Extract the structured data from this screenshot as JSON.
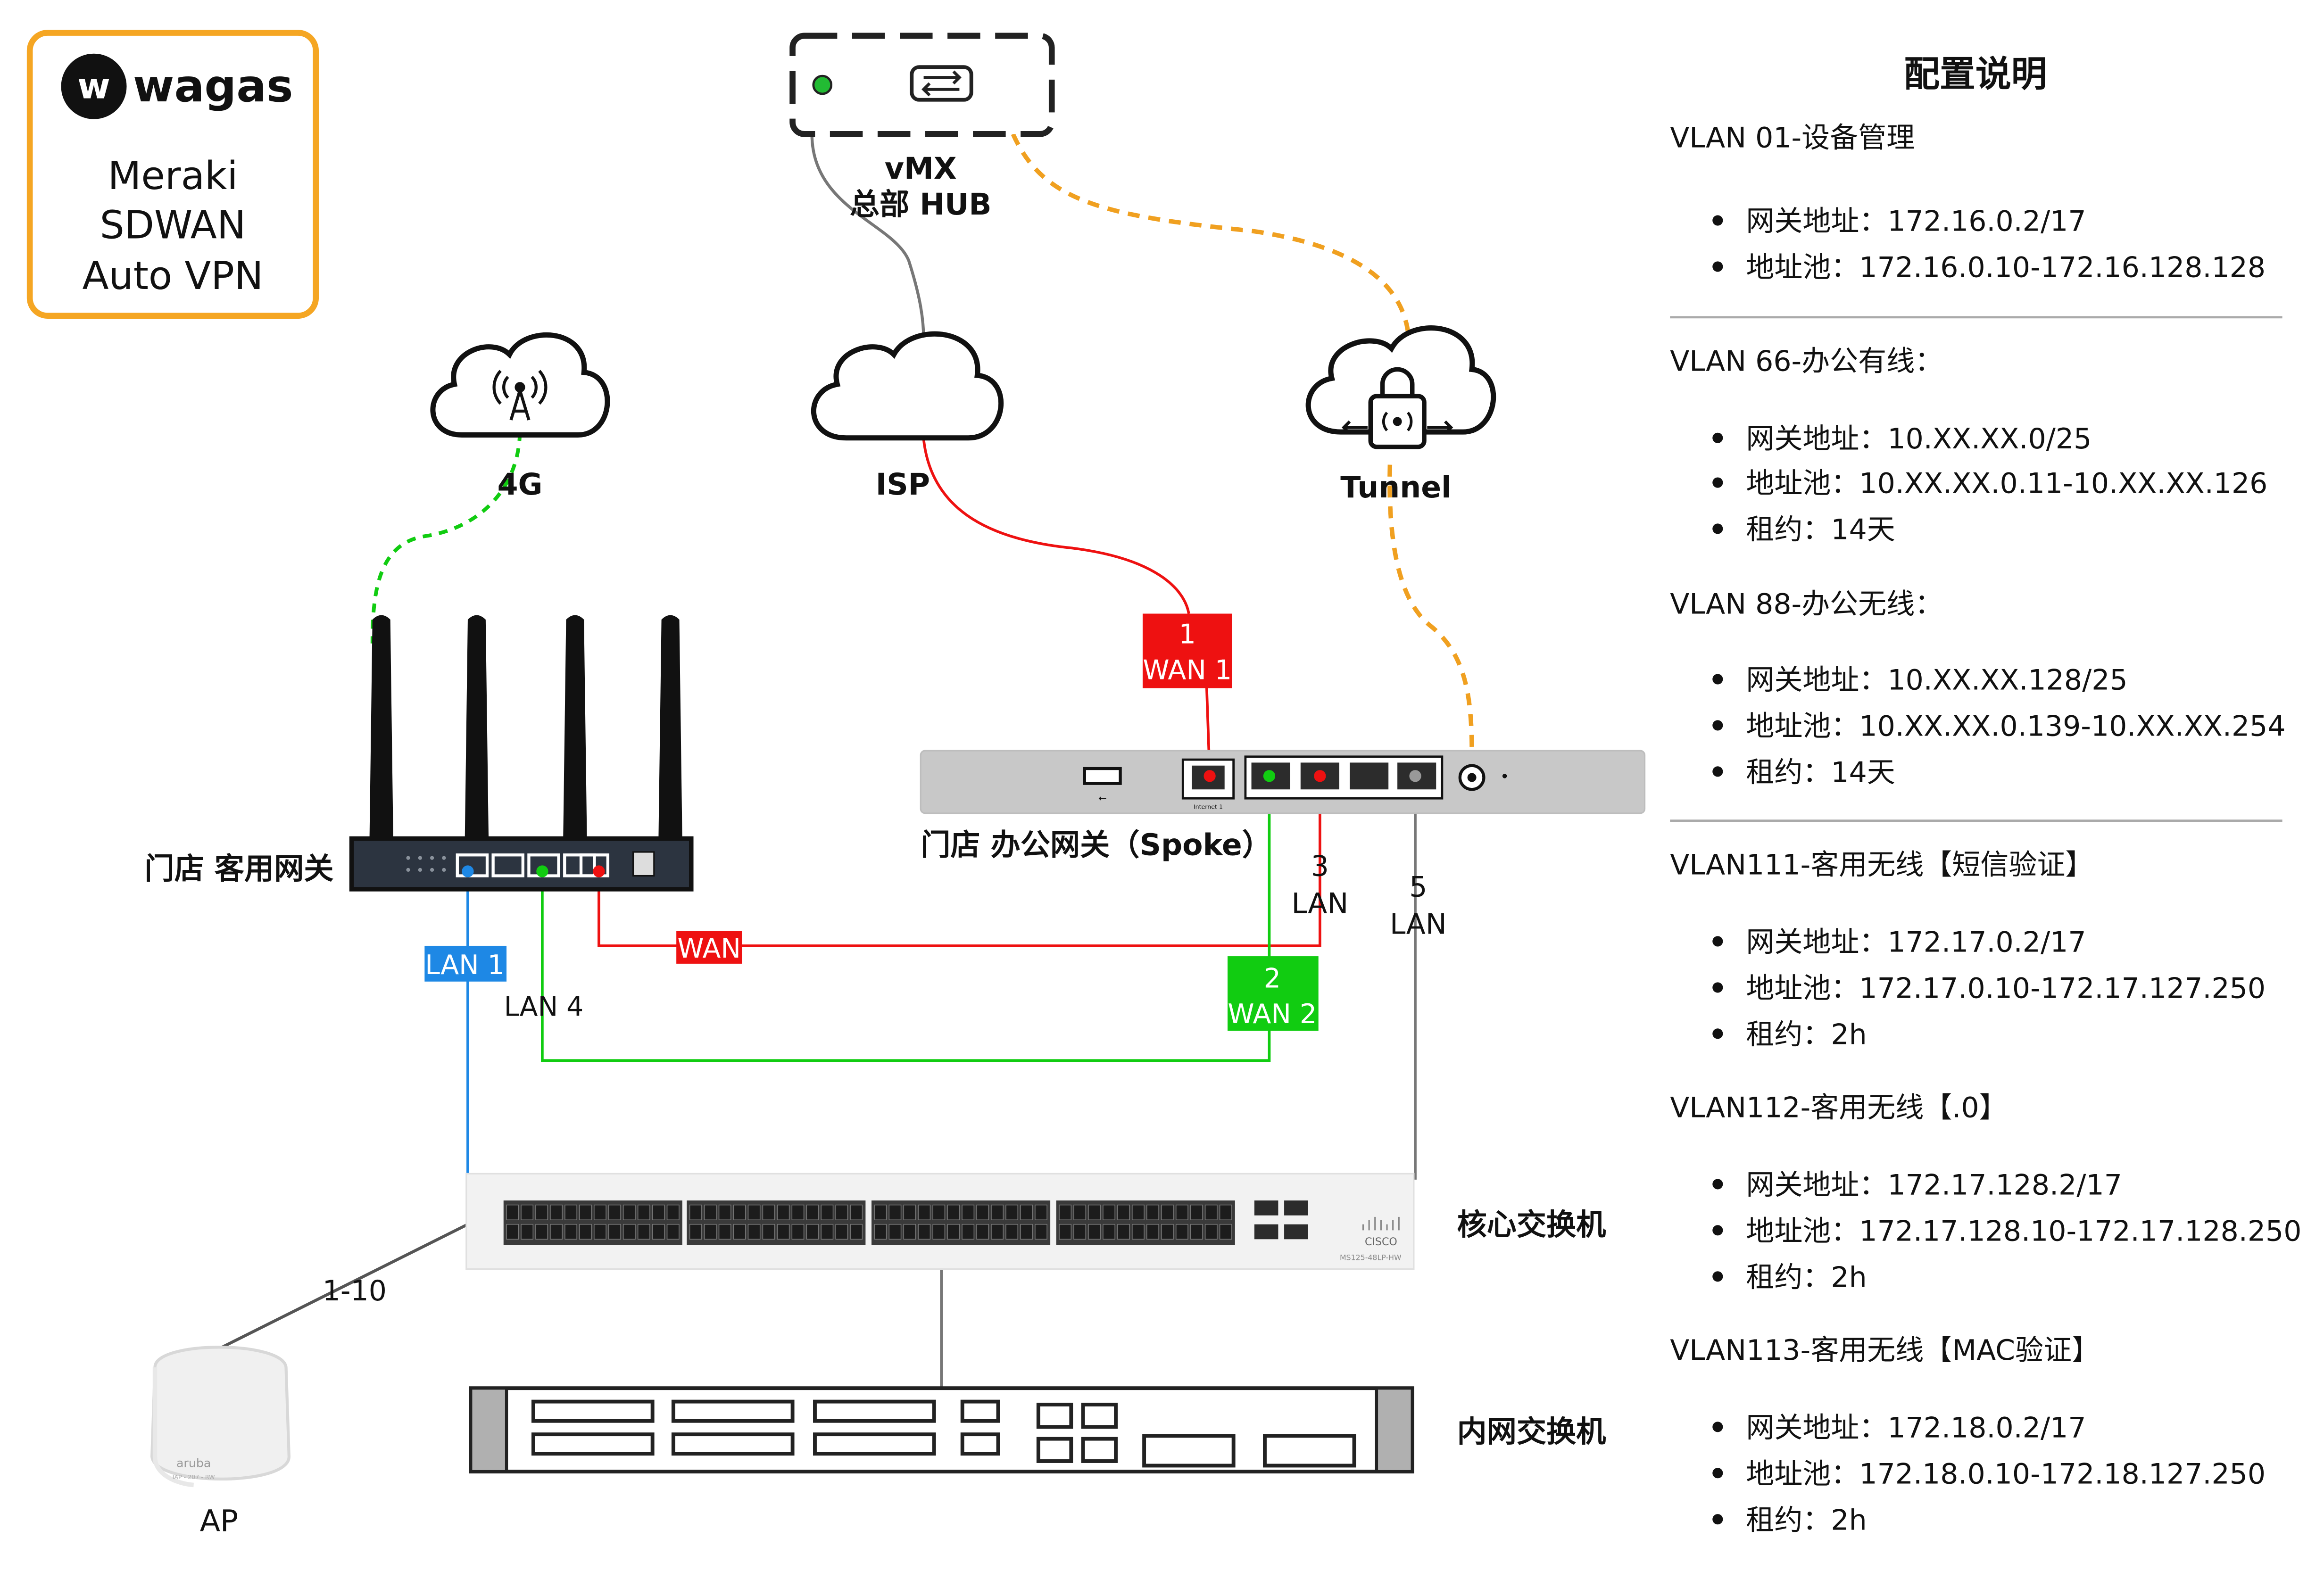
{
  "brand": {
    "logo_text": "wagas",
    "line1": "Meraki",
    "line2": "SDWAN",
    "line3": "Auto VPN",
    "border_color": "#f5a623"
  },
  "clouds": {
    "hub_line1": "vMX",
    "hub_line2": "总部 HUB",
    "fourg": "4G",
    "isp": "ISP",
    "tunnel": "Tunnel"
  },
  "devices": {
    "guest_gateway": "门店 客用网关",
    "office_gateway": "门店 办公网关（Spoke）",
    "core_switch": "核心交换机",
    "inner_switch": "内网交换机",
    "ap": "AP",
    "ap_brand": "aruba",
    "ap_model": "IAP - 207 - RW",
    "switch_brand": "CISCO",
    "switch_model": "MS125-48LP-HW",
    "port_internet_label": "Internet 1"
  },
  "links": {
    "wan1_num": "1",
    "wan1_label": "WAN 1",
    "wan2_num": "2",
    "wan2_label": "WAN 2",
    "lan3_num": "3",
    "lan3_label": "LAN",
    "lan5_num": "5",
    "lan5_label": "LAN",
    "guest_wan": "WAN",
    "guest_lan1": "LAN 1",
    "guest_lan4": "LAN 4",
    "ap_range": "1-10"
  },
  "colors": {
    "red": "#ee1111",
    "green": "#11cc11",
    "blue": "#1e88e5",
    "orange": "#f0a020",
    "gray": "#777777"
  },
  "config": {
    "title": "配置说明",
    "sections": [
      {
        "heading": "VLAN 01-设备管理",
        "items": [
          "网关地址：172.16.0.2/17",
          "地址池：172.16.0.10-172.16.128.128"
        ]
      },
      {
        "heading": "VLAN 66-办公有线：",
        "items": [
          "网关地址：10.XX.XX.0/25",
          "地址池：10.XX.XX.0.11-10.XX.XX.126",
          "租约：14天"
        ]
      },
      {
        "heading": "VLAN 88-办公无线：",
        "items": [
          "网关地址：10.XX.XX.128/25",
          "地址池：10.XX.XX.0.139-10.XX.XX.254",
          "租约：14天"
        ]
      },
      {
        "heading": "VLAN111-客用无线【短信验证】",
        "items": [
          "网关地址：172.17.0.2/17",
          "地址池：172.17.0.10-172.17.127.250",
          "租约：2h"
        ]
      },
      {
        "heading": "VLAN112-客用无线【.0】",
        "items": [
          "网关地址：172.17.128.2/17",
          "地址池：172.17.128.10-172.17.128.250",
          "租约：2h"
        ]
      },
      {
        "heading": "VLAN113-客用无线【MAC验证】",
        "items": [
          "网关地址：172.18.0.2/17",
          "地址池：172.18.0.10-172.18.127.250",
          "租约：2h"
        ]
      }
    ]
  }
}
